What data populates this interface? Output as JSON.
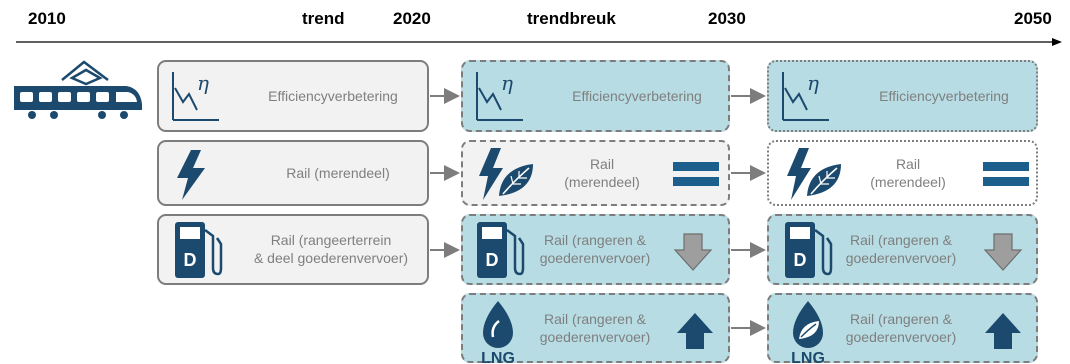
{
  "timeline": {
    "y2010": "2010",
    "trend": "trend",
    "y2020": "2020",
    "trendbreuk": "trendbreuk",
    "y2030": "2030",
    "y2050": "2050"
  },
  "colors": {
    "navy": "#1c4a6e",
    "lightblue": "#b7dce3",
    "grey_border": "#7d7d7d",
    "grey_text": "#7f7f7f"
  },
  "rows": {
    "efficiency": {
      "c2010": "Efficiencyverbetering",
      "c2020": "Efficiencyverbetering",
      "c2030": "Efficiencyverbetering",
      "eta": "η"
    },
    "rail": {
      "c2010": "Rail (merendeel)",
      "c2020_a": "Rail",
      "c2020_b": "(merendeel)",
      "c2030_a": "Rail",
      "c2030_b": "(merendeel)"
    },
    "diesel": {
      "c2010_a": "Rail (rangeerterrein",
      "c2010_b": "& deel goederenvervoer)",
      "c2020_a": "Rail (rangeren &",
      "c2020_b": "goederenvervoer)",
      "c2030_a": "Rail (rangeren &",
      "c2030_b": "goederenvervoer)",
      "pump_letter": "D"
    },
    "lng": {
      "c2020_a": "Rail (rangeren &",
      "c2020_b": "goederenvervoer)",
      "c2030_a": "Rail (rangeren &",
      "c2030_b": "goederenvervoer)",
      "lng_label": "LNG"
    }
  }
}
